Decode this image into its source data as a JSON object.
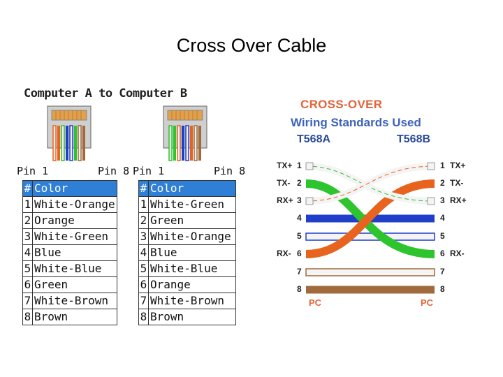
{
  "slide": {
    "title": "Cross Over Cable"
  },
  "pinout": {
    "heading": "Computer A to Computer B",
    "pin_start": "Pin 1",
    "pin_end": "Pin 8",
    "table_a": {
      "header": {
        "num": "#",
        "color": "Color"
      },
      "rows": [
        {
          "num": "1",
          "color": "White-Orange"
        },
        {
          "num": "2",
          "color": "Orange"
        },
        {
          "num": "3",
          "color": "White-Green"
        },
        {
          "num": "4",
          "color": "Blue"
        },
        {
          "num": "5",
          "color": "White-Blue"
        },
        {
          "num": "6",
          "color": "Green"
        },
        {
          "num": "7",
          "color": "White-Brown"
        },
        {
          "num": "8",
          "color": "Brown"
        }
      ]
    },
    "table_b": {
      "header": {
        "num": "#",
        "color": "Color"
      },
      "rows": [
        {
          "num": "1",
          "color": "White-Green"
        },
        {
          "num": "2",
          "color": "Green"
        },
        {
          "num": "3",
          "color": "White-Orange"
        },
        {
          "num": "4",
          "color": "Blue"
        },
        {
          "num": "5",
          "color": "White-Blue"
        },
        {
          "num": "6",
          "color": "Orange"
        },
        {
          "num": "7",
          "color": "White-Brown"
        },
        {
          "num": "8",
          "color": "Brown"
        }
      ]
    }
  },
  "crossover": {
    "title": "CROSS-OVER",
    "subtitle": "Wiring Standards Used",
    "standard_left": "T568A",
    "standard_right": "T568B",
    "left_signals": [
      "TX+",
      "TX-",
      "RX+",
      "",
      "",
      "RX-",
      "",
      ""
    ],
    "right_signals": [
      "TX+",
      "TX-",
      "RX+",
      "",
      "",
      "RX-",
      "",
      ""
    ],
    "pin_numbers": [
      "1",
      "2",
      "3",
      "4",
      "5",
      "6",
      "7",
      "8"
    ],
    "end_left": "PC",
    "end_right": "PC",
    "colors": {
      "orange": "#e8641e",
      "green": "#2ec42e",
      "blue": "#1f3fc8",
      "brown": "#a06a3c",
      "white": "#f4f4f4",
      "header_blue": "#2f7fd6"
    }
  }
}
